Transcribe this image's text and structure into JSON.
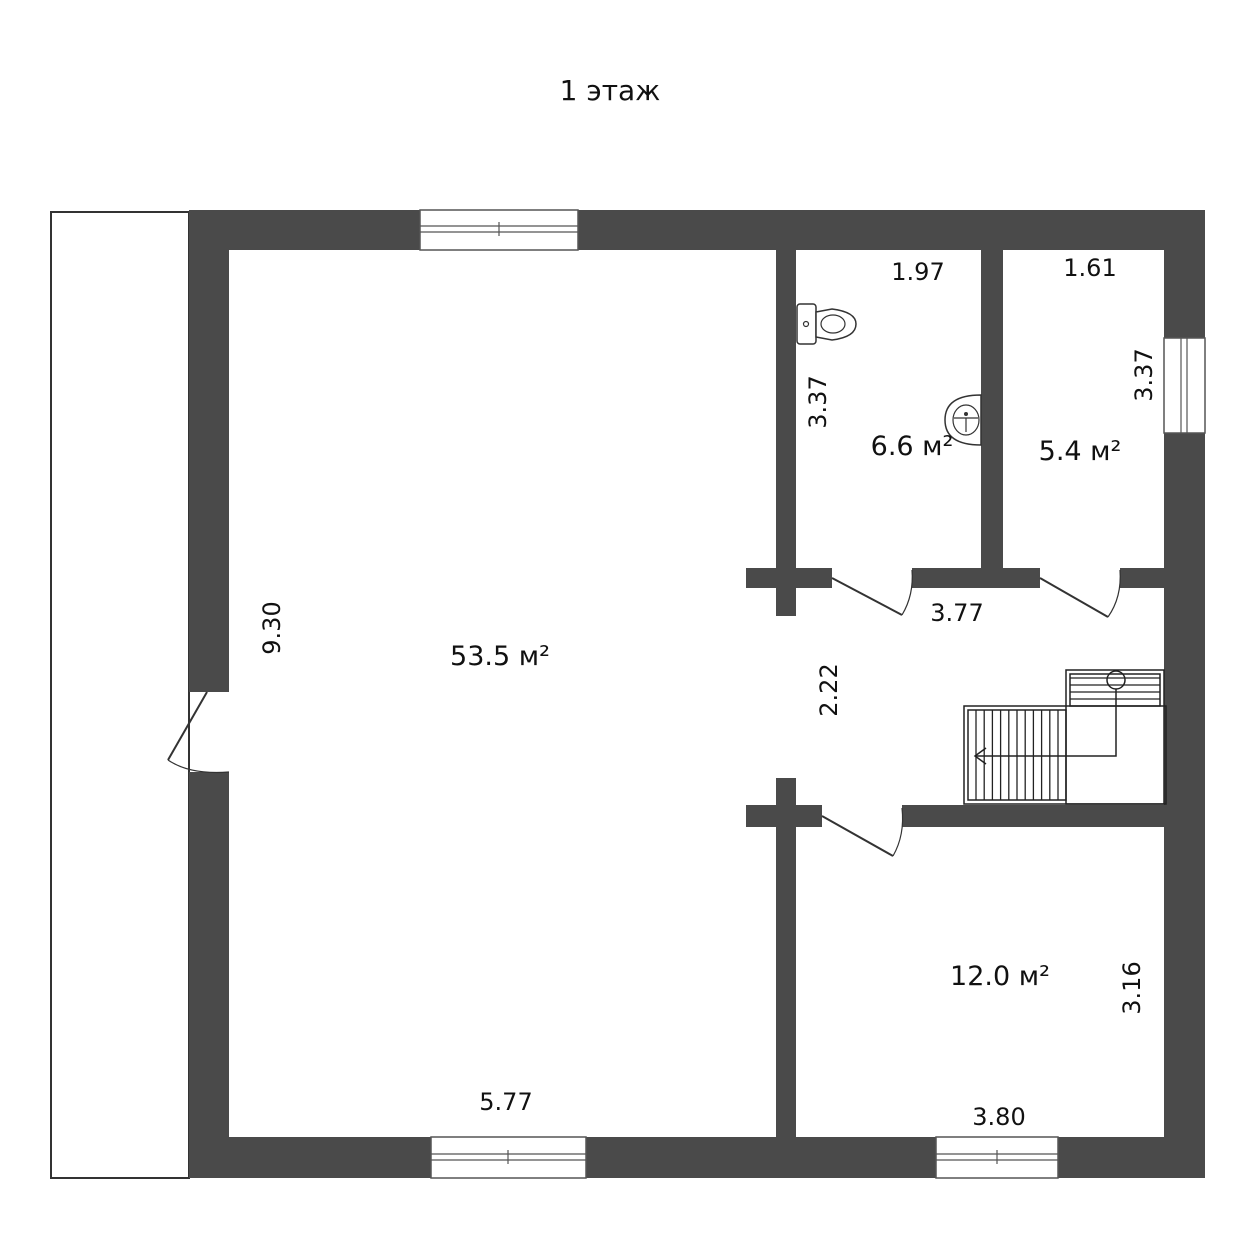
{
  "title": "1 этаж",
  "rooms": [
    {
      "id": "living",
      "area": "53.5 м²",
      "width": "5.77",
      "height": "9.30"
    },
    {
      "id": "bathroom",
      "area": "6.6 м²",
      "width": "1.97",
      "height": "3.37"
    },
    {
      "id": "storage",
      "area": "5.4 м²",
      "width": "1.61",
      "height": "3.37"
    },
    {
      "id": "hall",
      "width": "3.77",
      "height": "2.22"
    },
    {
      "id": "bedroom",
      "area": "12.0 м²",
      "width": "3.80",
      "height": "3.16"
    }
  ],
  "icons": [
    "toilet-icon",
    "sink-icon",
    "staircase-icon",
    "door-icon",
    "window-icon"
  ]
}
